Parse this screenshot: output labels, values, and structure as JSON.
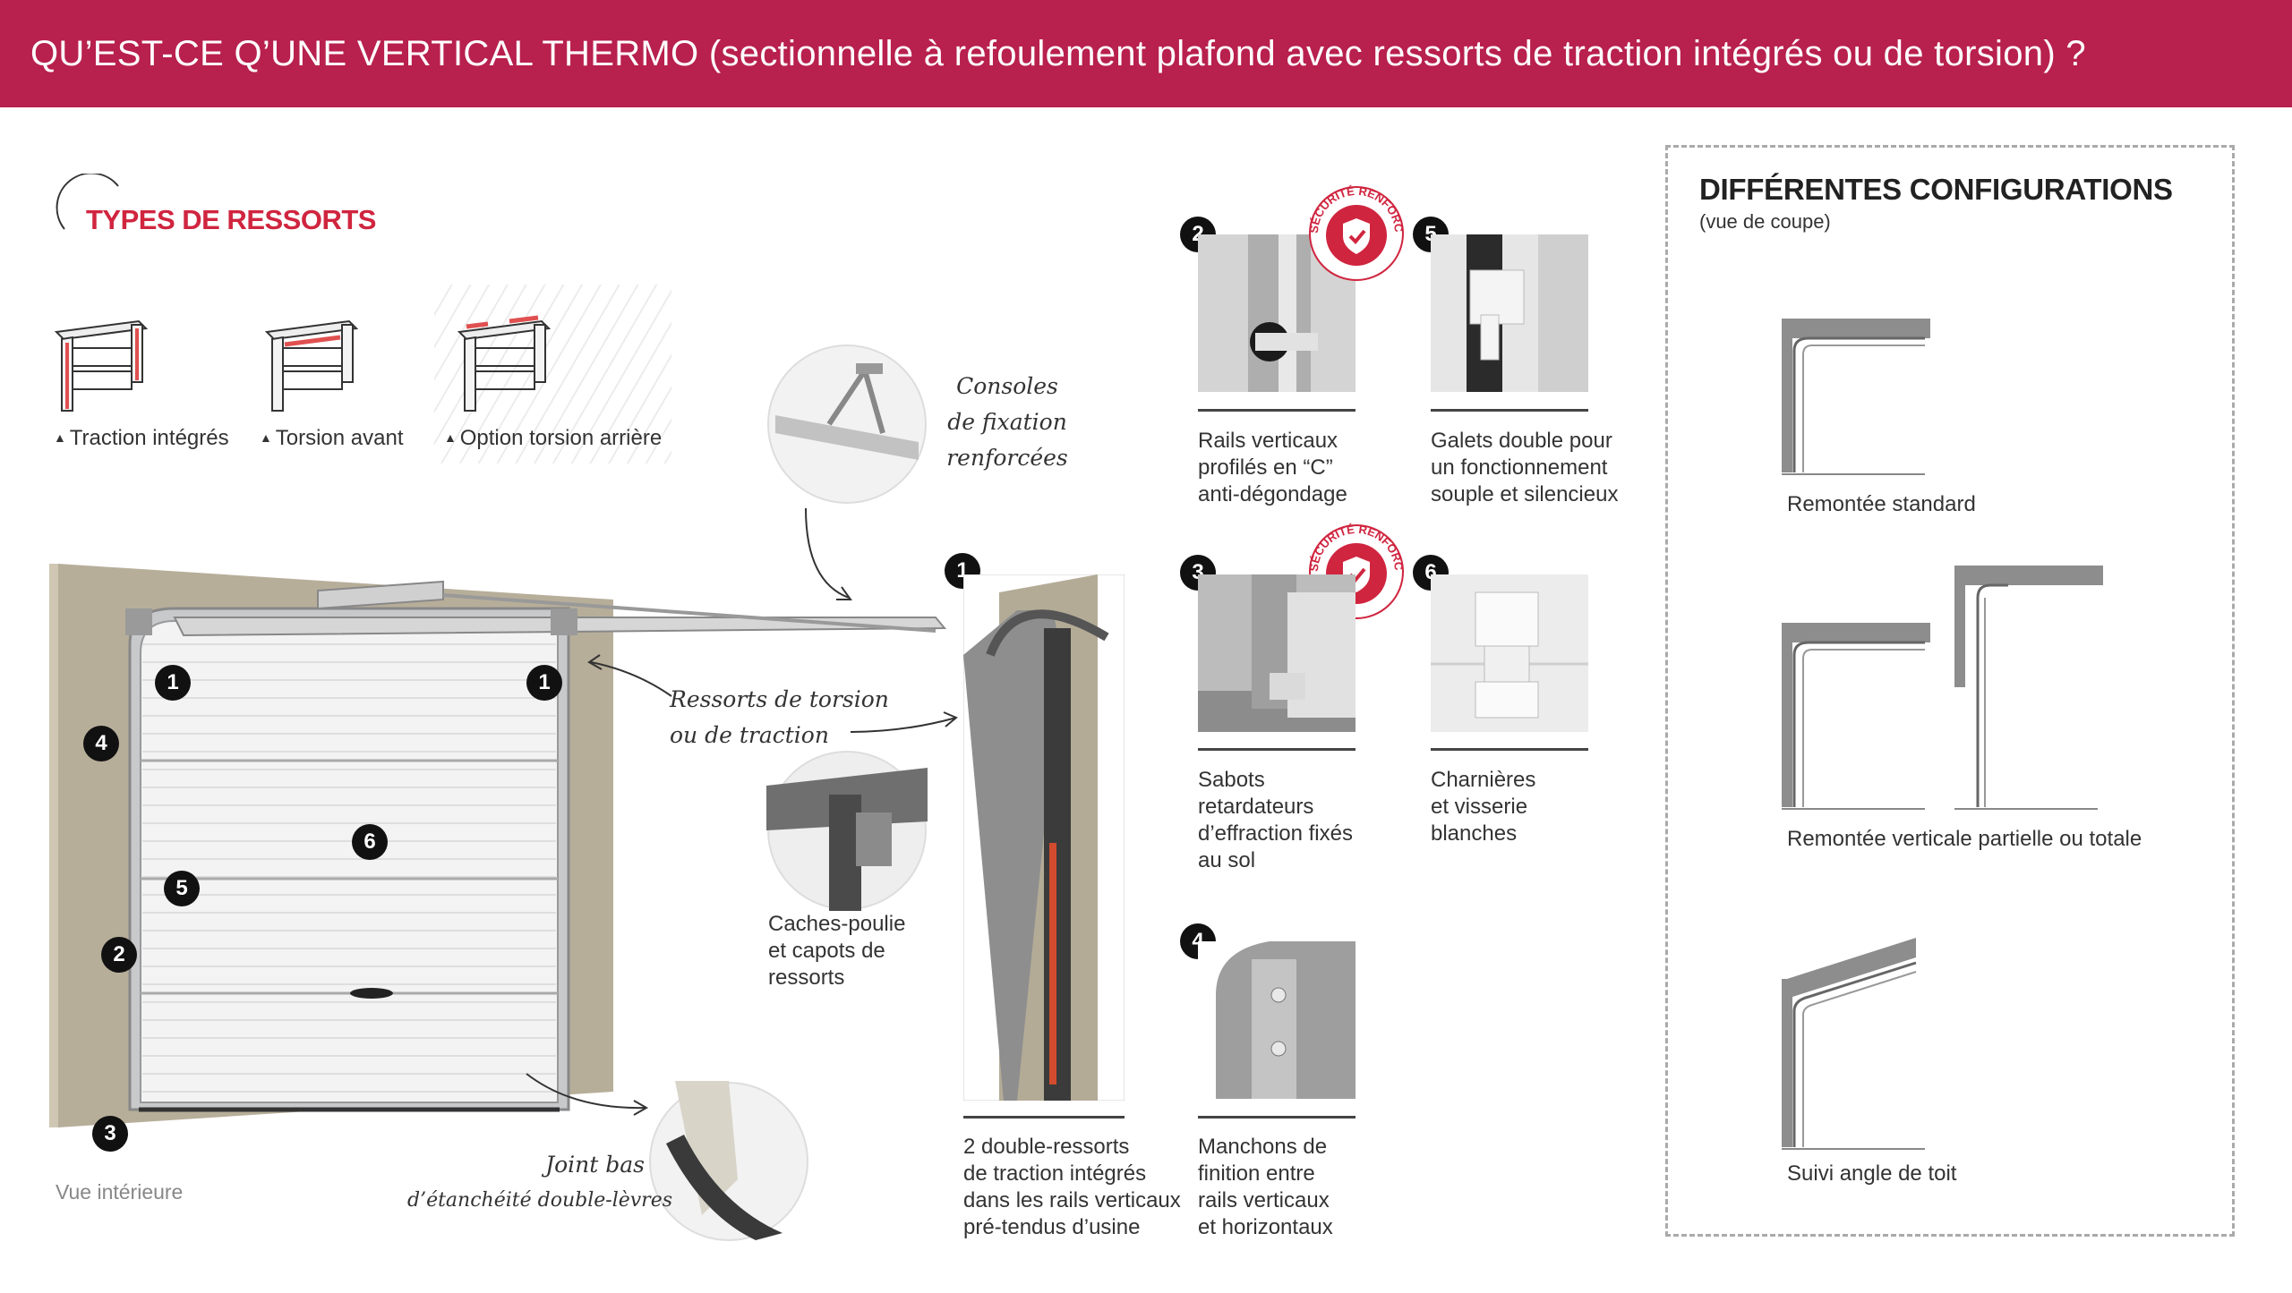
{
  "header": {
    "title": "QU’EST-CE Q’UNE VERTICAL THERMO (sectionnelle à refoulement plafond avec ressorts de traction intégrés ou de torsion) ?"
  },
  "springs": {
    "title": "TYPES DE RESSORTS",
    "types": [
      {
        "label": "Traction intégrés"
      },
      {
        "label": "Torsion avant"
      },
      {
        "label": "Option torsion arrière"
      }
    ]
  },
  "main_view": {
    "caption": "Vue intérieure",
    "badges": [
      "1",
      "1",
      "4",
      "6",
      "5",
      "2",
      "3"
    ]
  },
  "annotations": {
    "consoles": [
      "Consoles",
      "de fixation",
      "renforcées"
    ],
    "ressorts": [
      "Ressorts de torsion",
      "ou de traction"
    ],
    "caches": [
      "Caches-poulie",
      "et capots de",
      "ressorts"
    ],
    "joint": [
      "Joint bas",
      "d’étanchéité double-lèvres"
    ]
  },
  "features": {
    "f1": {
      "num": "1",
      "lines": [
        "2 double-ressorts",
        "de traction intégrés",
        "dans les rails verticaux",
        "pré-tendus d’usine"
      ]
    },
    "f2": {
      "num": "2",
      "lines": [
        "Rails verticaux",
        "profilés en “C”",
        "anti-dégondage"
      ]
    },
    "f3": {
      "num": "3",
      "lines": [
        "Sabots",
        "retardateurs",
        "d’effraction fixés",
        "au sol"
      ]
    },
    "f4": {
      "num": "4",
      "lines": [
        "Manchons de",
        "finition entre",
        "rails verticaux",
        "et horizontaux"
      ]
    },
    "f5": {
      "num": "5",
      "lines": [
        "Galets double pour",
        "un fonctionnement",
        "souple et silencieux"
      ]
    },
    "f6": {
      "num": "6",
      "lines": [
        "Charnières",
        "et visserie",
        "blanches"
      ]
    },
    "security_seal": "SÉCURITÉ RENFORCÉE"
  },
  "configurations": {
    "title": "DIFFÉRENTES CONFIGURATIONS",
    "subtitle": "(vue de coupe)",
    "items": [
      {
        "label": "Remontée standard"
      },
      {
        "label": "Remontée verticale partielle ou totale"
      },
      {
        "label": "Suivi angle de toit"
      }
    ]
  },
  "colors": {
    "brand": "#b8204e",
    "accent_red": "#d0253f",
    "dark": "#111111"
  }
}
